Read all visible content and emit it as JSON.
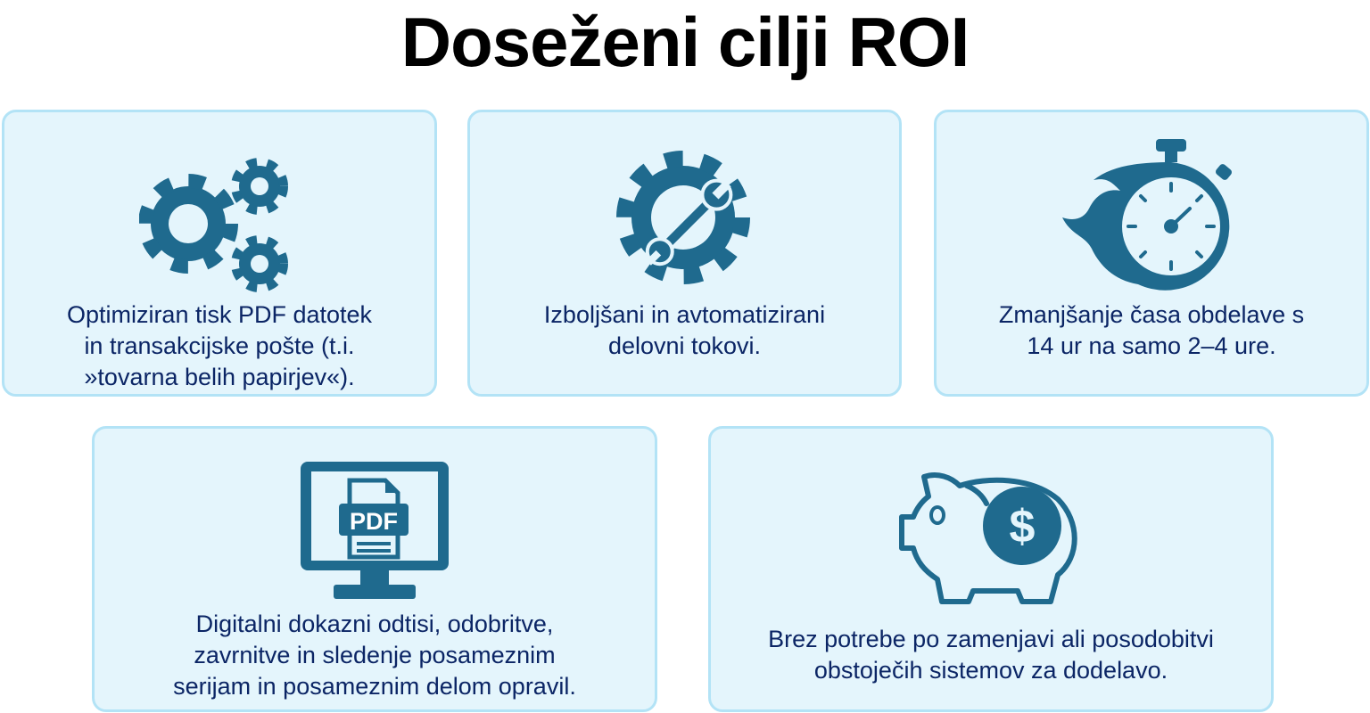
{
  "title": "Doseženi cilji ROI",
  "colors": {
    "card_bg": "#e4f5fc",
    "card_border": "#b3e3f6",
    "icon": "#1f6a8e",
    "text": "#0b2565"
  },
  "cards": [
    {
      "icon": "gears-icon",
      "lines": [
        "Optimiziran tisk PDF datotek",
        "in transakcijske pošte (t.i.",
        "»tovarna belih papirjev«)."
      ]
    },
    {
      "icon": "gear-wrench-icon",
      "lines": [
        "Izboljšani in avtomatizirani",
        "delovni tokovi."
      ]
    },
    {
      "icon": "stopwatch-icon",
      "lines": [
        "Zmanjšanje časa obdelave s",
        "14 ur na samo 2–4 ure."
      ]
    },
    {
      "icon": "monitor-pdf-icon",
      "icon_label": "PDF",
      "lines": [
        "Digitalni dokazni odtisi, odobritve,",
        "zavrnitve in sledenje posameznim",
        "serijam in posameznim delom opravil."
      ]
    },
    {
      "icon": "piggy-bank-icon",
      "icon_label": "$",
      "lines": [
        "Brez potrebe po zamenjavi ali posodobitvi",
        "obstoječih sistemov za dodelavo."
      ]
    }
  ]
}
